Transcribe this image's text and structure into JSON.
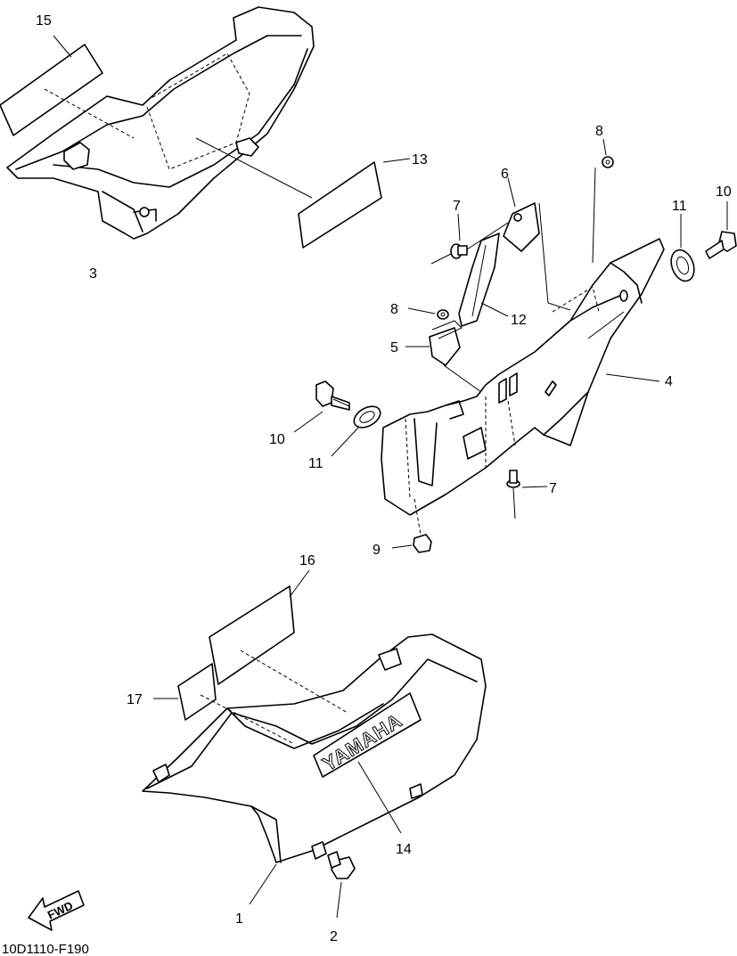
{
  "diagram": {
    "callouts": [
      "15",
      "13",
      "3",
      "8",
      "6",
      "7",
      "10",
      "11",
      "12",
      "8",
      "5",
      "4",
      "10",
      "11",
      "7",
      "9",
      "16",
      "17",
      "14",
      "1",
      "2"
    ],
    "logo_text": "YAMAHA",
    "direction_label": "FWD",
    "drawing_code": "10D1110-F190"
  }
}
